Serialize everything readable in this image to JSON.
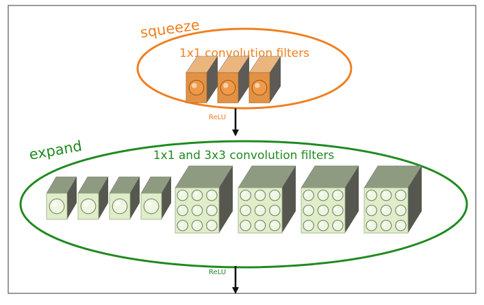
{
  "colors": {
    "frame": "#555555",
    "squeeze_accent": "#f07f1e",
    "expand_accent": "#1f8a1f",
    "arrow": "#111111",
    "orange_front": "#e29245",
    "orange_top": "#ebb67e",
    "orange_side": "#5e5a55",
    "green_front": "#dfeec8",
    "green_top": "#8f9b81",
    "green_side": "#56584f"
  },
  "squeeze": {
    "label": "squeeze",
    "title": "1x1 convolution filters",
    "filter_count": 3,
    "activation": "ReLU"
  },
  "expand": {
    "label": "expand",
    "title": "1x1 and 3x3 convolution filters",
    "filters_1x1_count": 4,
    "filters_3x3_count": 4,
    "activation": "ReLU"
  }
}
